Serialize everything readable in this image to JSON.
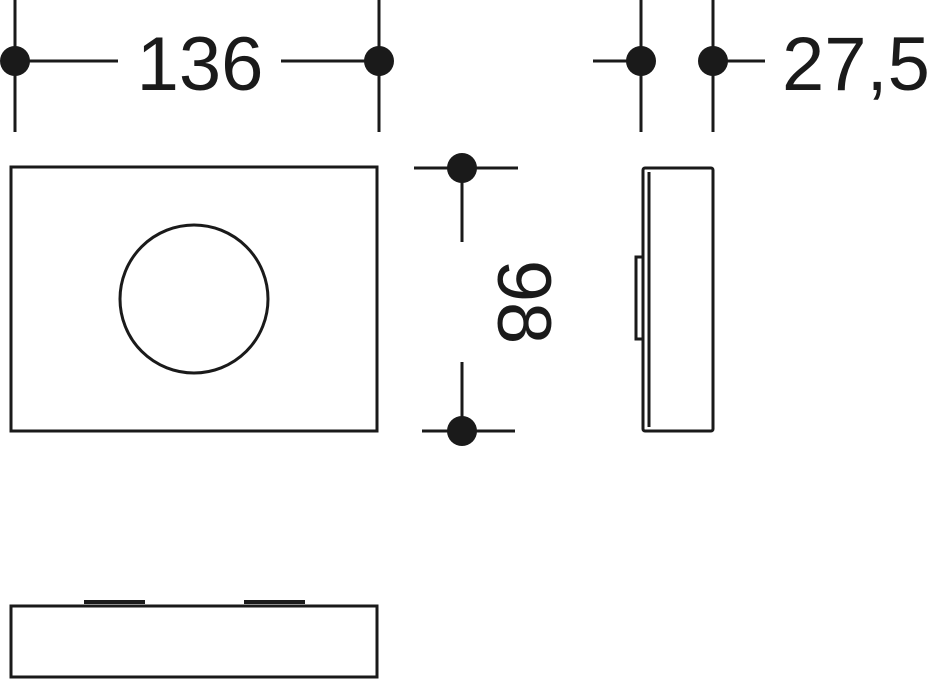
{
  "dimensions": {
    "width_label": "136",
    "depth_label": "27,5",
    "height_label": "98"
  },
  "colors": {
    "line": "#1a1a1a",
    "background": "#ffffff"
  }
}
